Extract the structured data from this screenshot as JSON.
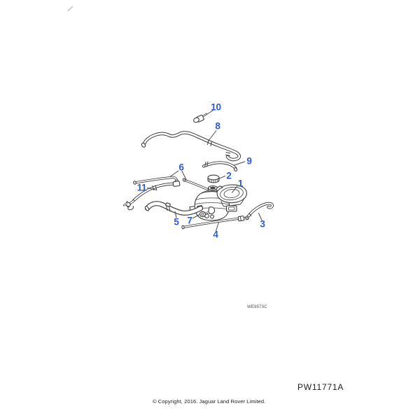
{
  "figure": {
    "code": "WE9573C",
    "callouts": [
      "1",
      "2",
      "3",
      "4",
      "5",
      "6",
      "7",
      "8",
      "9",
      "10",
      "11"
    ]
  },
  "footer": {
    "drawing_number": "PW11771A",
    "copyright": "© Copyright, 2016. Jaguar Land Rover Limited."
  },
  "colors": {
    "callout_blue": "#2d5ad2",
    "line_gray": "#3d3d3d"
  }
}
